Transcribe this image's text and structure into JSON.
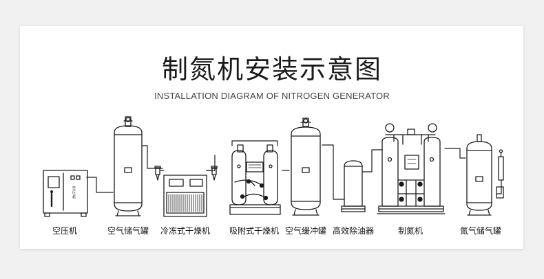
{
  "title": "制氮机安装示意图",
  "subtitle": "INSTALLATION DIAGRAM OF NITROGEN GENERATOR",
  "compressor_panel": {
    "text": "空 压 机"
  },
  "components": [
    {
      "id": "air-compressor",
      "label": "空压机"
    },
    {
      "id": "air-storage-tank",
      "label": "空气储气罐"
    },
    {
      "id": "refrigerated-dryer",
      "label": "冷冻式干燥机"
    },
    {
      "id": "adsorption-dryer",
      "label": "吸附式干燥机"
    },
    {
      "id": "air-buffer-tank",
      "label": "空气缓冲罐"
    },
    {
      "id": "oil-remover",
      "label": "高效除油器"
    },
    {
      "id": "nitrogen-generator",
      "label": "制氮机"
    },
    {
      "id": "nitrogen-storage-tank",
      "label": "氮气储气罐"
    }
  ]
}
